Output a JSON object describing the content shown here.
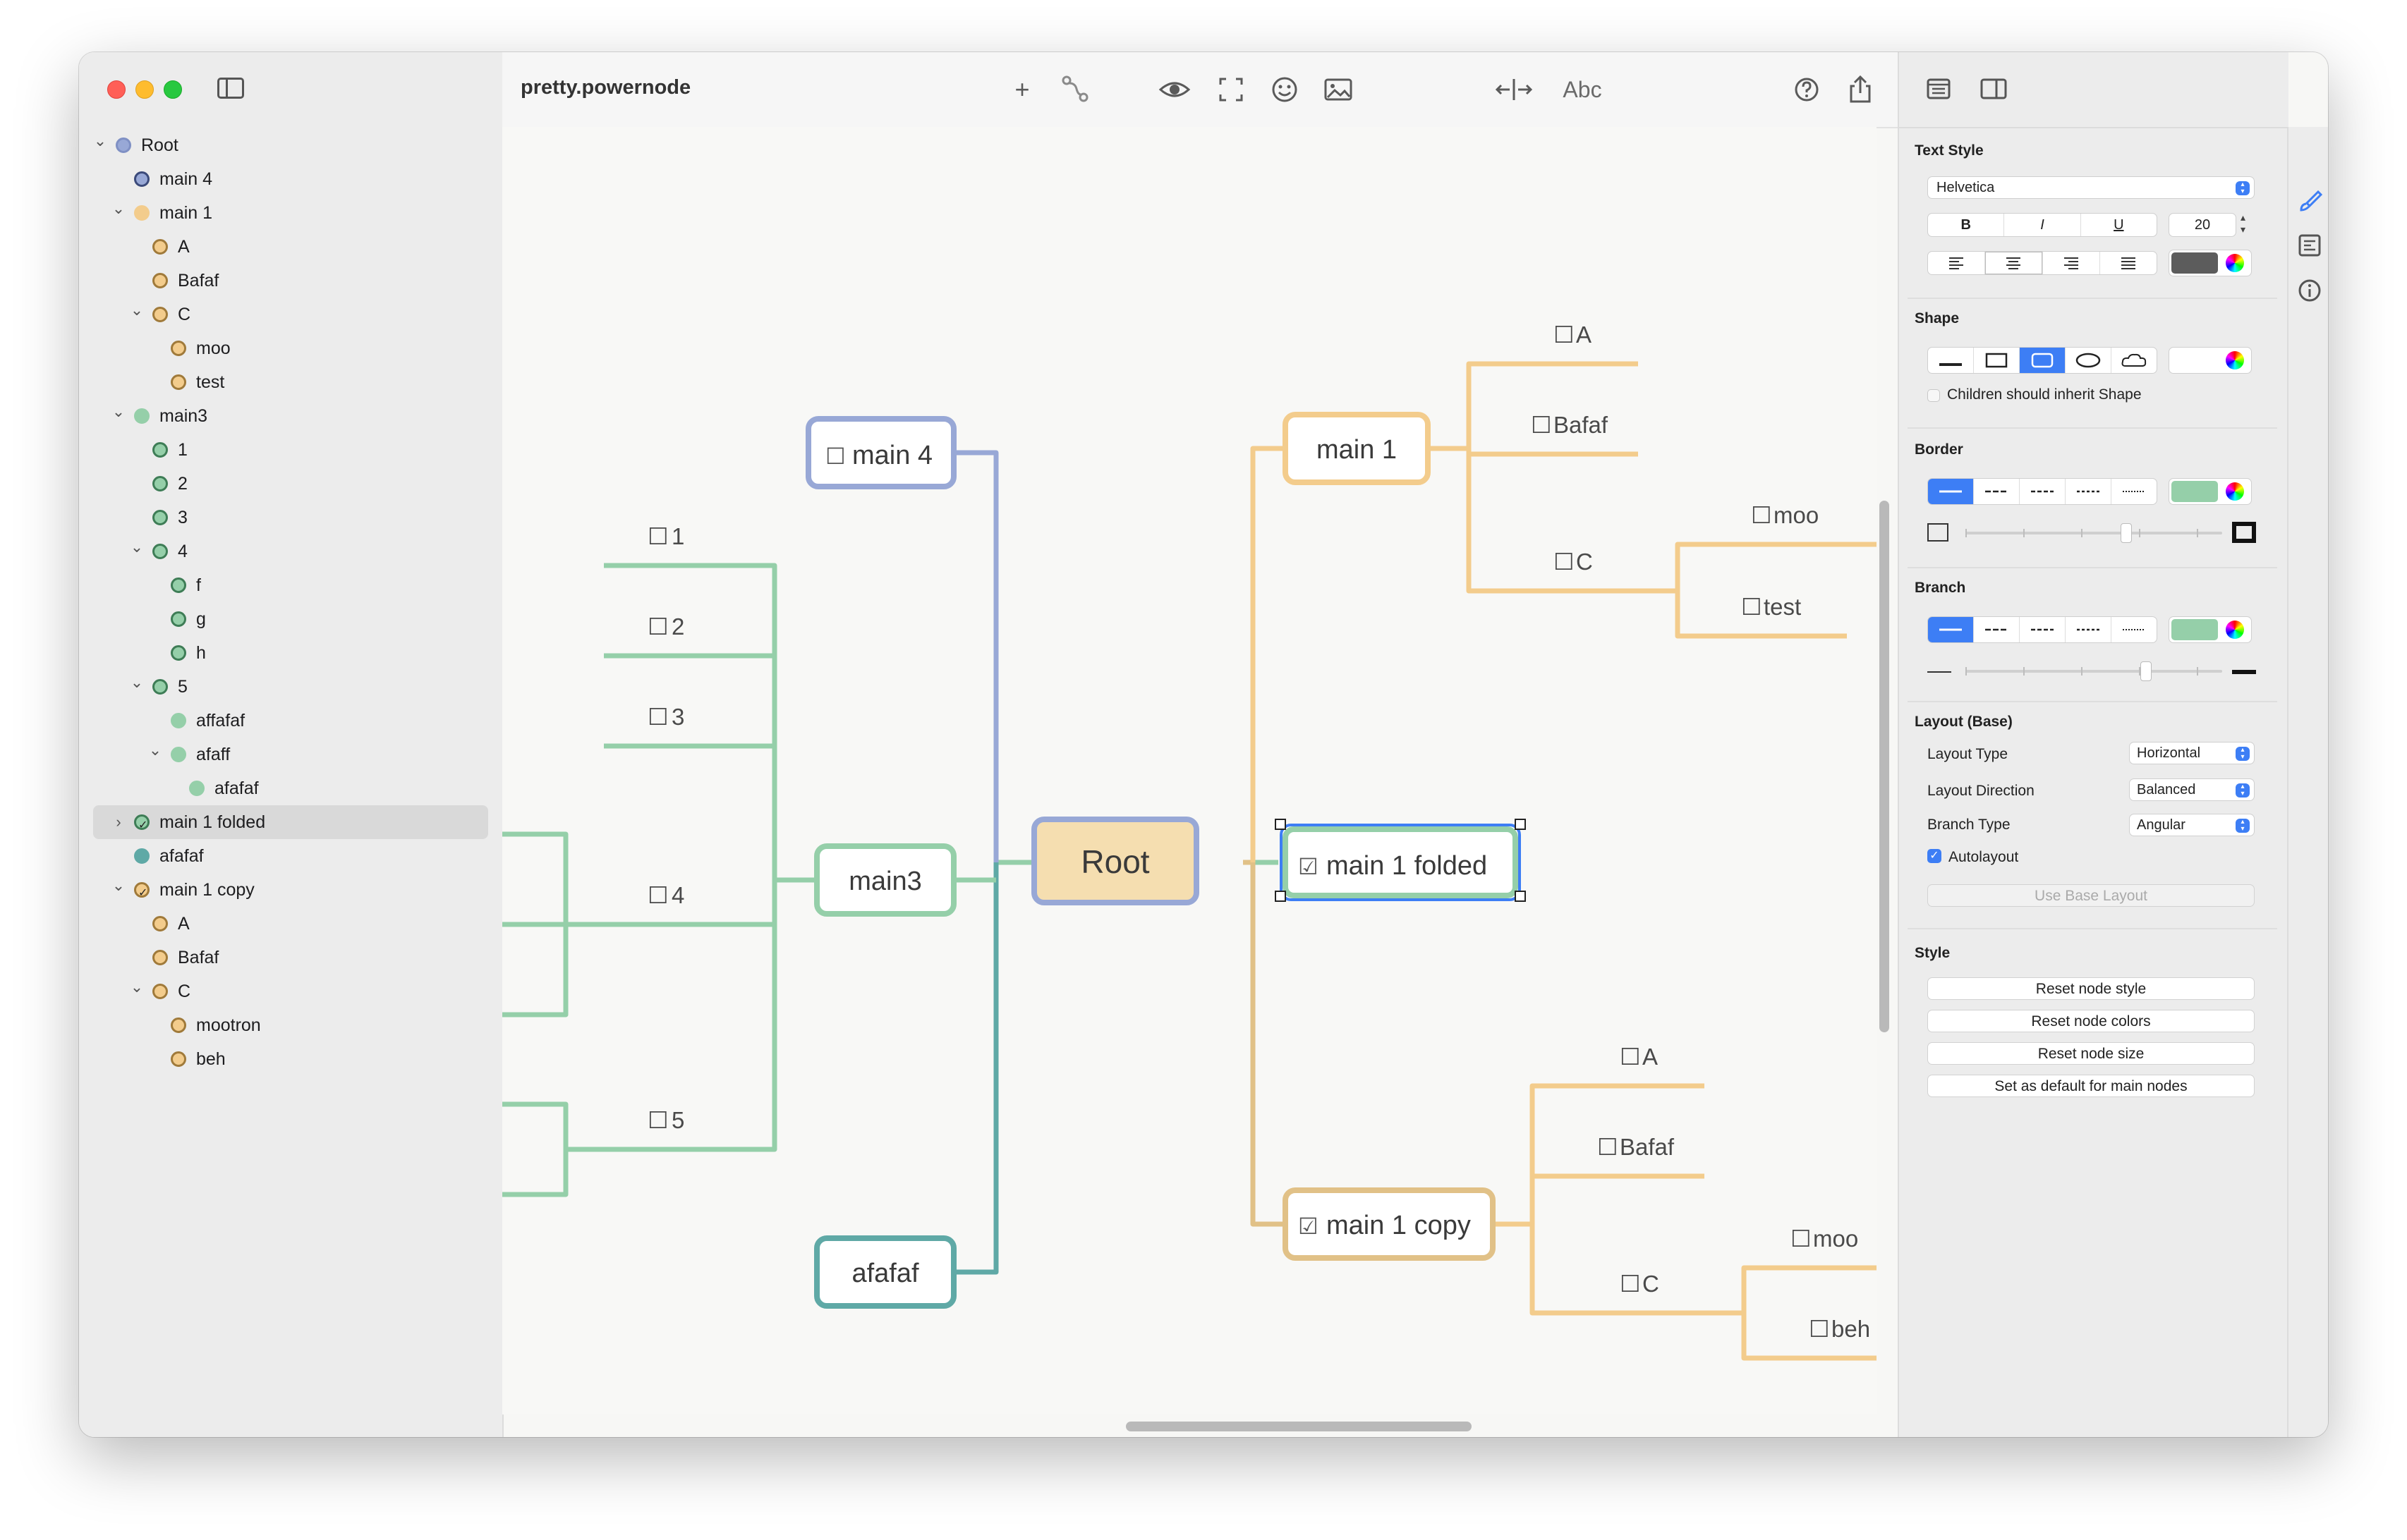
{
  "window": {
    "title": "pretty.powernode"
  },
  "outline": [
    {
      "label": "Root",
      "depth": 0,
      "chevron": "down",
      "dot": "#98a8d6",
      "dotBorder": "#7f90c4",
      "check": false,
      "selected": false
    },
    {
      "label": "main 4",
      "depth": 1,
      "chevron": "",
      "dot": "#98a8d6",
      "dotBorder": "#3b4a7a",
      "check": false,
      "selected": false
    },
    {
      "label": "main 1",
      "depth": 1,
      "chevron": "down",
      "dot": "#f3cc8c",
      "dotBorder": "#f3cc8c",
      "check": false,
      "selected": false
    },
    {
      "label": "A",
      "depth": 2,
      "chevron": "",
      "dot": "#f3cc8c",
      "dotBorder": "#a07a3a",
      "check": false,
      "selected": false
    },
    {
      "label": "Bafaf",
      "depth": 2,
      "chevron": "",
      "dot": "#f3cc8c",
      "dotBorder": "#a07a3a",
      "check": false,
      "selected": false
    },
    {
      "label": "C",
      "depth": 2,
      "chevron": "down",
      "dot": "#f3cc8c",
      "dotBorder": "#a07a3a",
      "check": false,
      "selected": false
    },
    {
      "label": "moo",
      "depth": 3,
      "chevron": "",
      "dot": "#f3cc8c",
      "dotBorder": "#a07a3a",
      "check": false,
      "selected": false
    },
    {
      "label": "test",
      "depth": 3,
      "chevron": "",
      "dot": "#f3cc8c",
      "dotBorder": "#a07a3a",
      "check": false,
      "selected": false
    },
    {
      "label": "main3",
      "depth": 1,
      "chevron": "down",
      "dot": "#95cfa9",
      "dotBorder": "#95cfa9",
      "check": false,
      "selected": false
    },
    {
      "label": "1",
      "depth": 2,
      "chevron": "",
      "dot": "#95cfa9",
      "dotBorder": "#3e7d56",
      "check": false,
      "selected": false
    },
    {
      "label": "2",
      "depth": 2,
      "chevron": "",
      "dot": "#95cfa9",
      "dotBorder": "#3e7d56",
      "check": false,
      "selected": false
    },
    {
      "label": "3",
      "depth": 2,
      "chevron": "",
      "dot": "#95cfa9",
      "dotBorder": "#3e7d56",
      "check": false,
      "selected": false
    },
    {
      "label": "4",
      "depth": 2,
      "chevron": "down",
      "dot": "#95cfa9",
      "dotBorder": "#3e7d56",
      "check": false,
      "selected": false
    },
    {
      "label": "f",
      "depth": 3,
      "chevron": "",
      "dot": "#95cfa9",
      "dotBorder": "#3e7d56",
      "check": false,
      "selected": false
    },
    {
      "label": "g",
      "depth": 3,
      "chevron": "",
      "dot": "#95cfa9",
      "dotBorder": "#3e7d56",
      "check": false,
      "selected": false
    },
    {
      "label": "h",
      "depth": 3,
      "chevron": "",
      "dot": "#95cfa9",
      "dotBorder": "#3e7d56",
      "check": false,
      "selected": false
    },
    {
      "label": "5",
      "depth": 2,
      "chevron": "down",
      "dot": "#95cfa9",
      "dotBorder": "#3e7d56",
      "check": false,
      "selected": false
    },
    {
      "label": "affafaf",
      "depth": 3,
      "chevron": "",
      "dot": "#95cfa9",
      "dotBorder": "#95cfa9",
      "check": false,
      "selected": false
    },
    {
      "label": "afaff",
      "depth": 3,
      "chevron": "down",
      "dot": "#95cfa9",
      "dotBorder": "#95cfa9",
      "check": false,
      "selected": false
    },
    {
      "label": "afafaf",
      "depth": 4,
      "chevron": "",
      "dot": "#95cfa9",
      "dotBorder": "#95cfa9",
      "check": false,
      "selected": false
    },
    {
      "label": "main 1 folded",
      "depth": 1,
      "chevron": "right",
      "dot": "#95cfa9",
      "dotBorder": "#3e7d56",
      "check": true,
      "selected": true
    },
    {
      "label": "afafaf",
      "depth": 1,
      "chevron": "",
      "dot": "#5fa9a6",
      "dotBorder": "#5fa9a6",
      "check": false,
      "selected": false
    },
    {
      "label": "main 1 copy",
      "depth": 1,
      "chevron": "down",
      "dot": "#f3cc8c",
      "dotBorder": "#a07a3a",
      "check": true,
      "selected": false
    },
    {
      "label": "A",
      "depth": 2,
      "chevron": "",
      "dot": "#f3cc8c",
      "dotBorder": "#a07a3a",
      "check": false,
      "selected": false
    },
    {
      "label": "Bafaf",
      "depth": 2,
      "chevron": "",
      "dot": "#f3cc8c",
      "dotBorder": "#a07a3a",
      "check": false,
      "selected": false
    },
    {
      "label": "C",
      "depth": 2,
      "chevron": "down",
      "dot": "#f3cc8c",
      "dotBorder": "#a07a3a",
      "check": false,
      "selected": false
    },
    {
      "label": "mootron",
      "depth": 3,
      "chevron": "",
      "dot": "#f3cc8c",
      "dotBorder": "#a07a3a",
      "check": false,
      "selected": false
    },
    {
      "label": "beh",
      "depth": 3,
      "chevron": "",
      "dot": "#f3cc8c",
      "dotBorder": "#a07a3a",
      "check": false,
      "selected": false
    }
  ],
  "toolbar": {
    "add_icon": "plus-icon",
    "connect_icon": "connector-icon",
    "preview_icon": "eye-icon",
    "fit_icon": "fullscreen-icon",
    "emoji_icon": "smiley-icon",
    "image_icon": "image-icon",
    "width_icon": "resize-horizontal-icon",
    "text_label": "Abc",
    "help_icon": "help-icon",
    "share_icon": "share-icon"
  },
  "map": {
    "root": "Root",
    "main4": "main 4",
    "main1": "main 1",
    "main3": "main3",
    "main1folded": "main 1 folded",
    "afafaf": "afafaf",
    "main1copy": "main 1 copy",
    "m1_a": "A",
    "m1_bafaf": "Bafaf",
    "m1_c": "C",
    "m1_moo": "moo",
    "m1_test": "test",
    "m3_1": "1",
    "m3_2": "2",
    "m3_3": "3",
    "m3_4": "4",
    "m3_5": "5",
    "cp_a": "A",
    "cp_bafaf": "Bafaf",
    "cp_c": "C",
    "cp_moo": "moo",
    "cp_beh": "beh",
    "box": "☐",
    "checked": "☑",
    "colors": {
      "blue": "#98a8d6",
      "orange": "#f3cc8c",
      "green": "#95cfa9",
      "teal": "#5fa9a6",
      "rootFill": "#f5deb0",
      "copy": "#e1c187",
      "select": "#3d7ef5"
    }
  },
  "inspector": {
    "text_style": {
      "heading": "Text Style",
      "font": "Helvetica",
      "bold": "B",
      "italic": "I",
      "underline": "U",
      "size": "20",
      "text_color": "#5c5c5c"
    },
    "shape": {
      "heading": "Shape",
      "inherit_label": "Children should inherit Shape"
    },
    "border": {
      "heading": "Border",
      "color": "#95cfa9"
    },
    "branch": {
      "heading": "Branch",
      "color": "#95cfa9"
    },
    "layout": {
      "heading": "Layout (Base)",
      "type_label": "Layout Type",
      "type_value": "Horizontal",
      "direction_label": "Layout Direction",
      "direction_value": "Balanced",
      "branch_label": "Branch Type",
      "branch_value": "Angular",
      "autolayout_label": "Autolayout",
      "use_base": "Use Base Layout"
    },
    "style": {
      "heading": "Style",
      "reset_style": "Reset node style",
      "reset_colors": "Reset node colors",
      "reset_size": "Reset node size",
      "set_default": "Set as default for main nodes"
    }
  }
}
